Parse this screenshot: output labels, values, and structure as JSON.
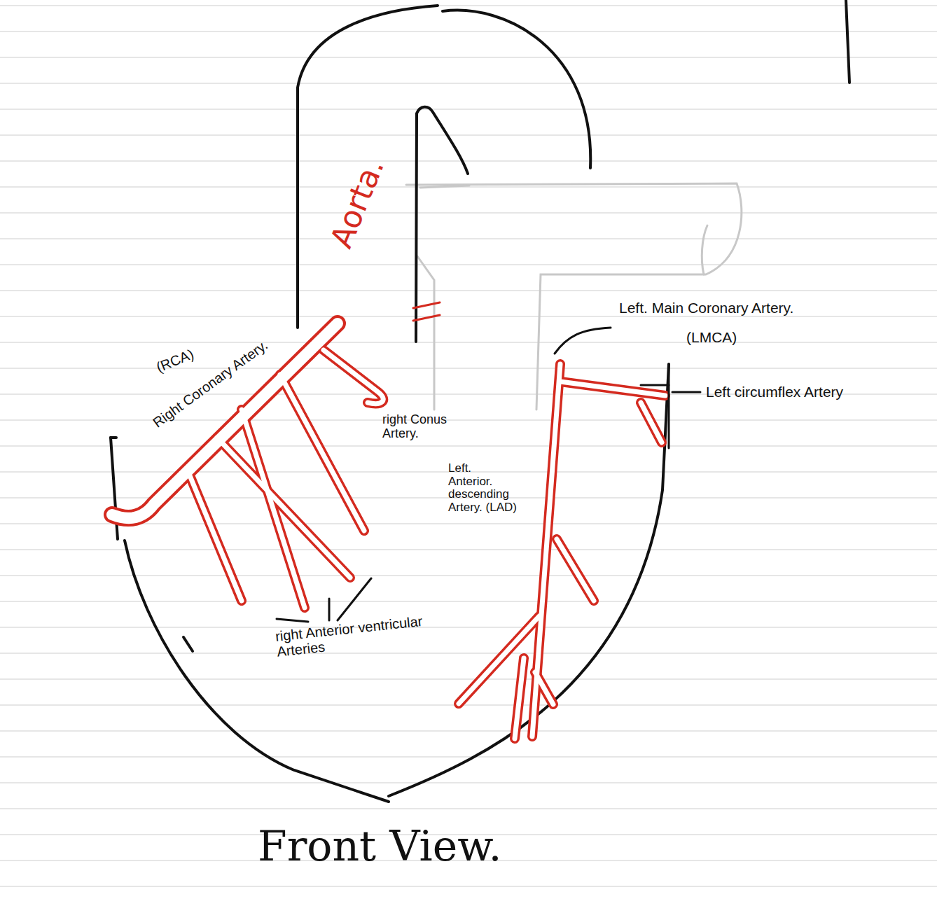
{
  "diagram": {
    "caption": "Front View.",
    "labels": [
      "Aorta.",
      "(RCA)",
      "Right Coronary Artery.",
      "right Conus Artery.",
      "Left. Main Coronary Artery.",
      "(LMCA)",
      "Left circumflex Artery",
      "Left. Anterior. descending Artery. (LAD)",
      "right Anterior ventricular Arteries"
    ]
  }
}
